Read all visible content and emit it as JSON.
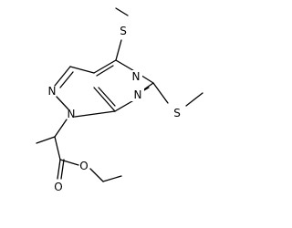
{
  "molecule": {
    "atoms": {
      "s_top": "S",
      "s_right": "S",
      "n_pyrimidine_top": "N",
      "n_pyrimidine_bottom": "N",
      "n_pyrazole_left": "N",
      "n1": "N",
      "o_ester": "O",
      "o_carbonyl": "O"
    }
  },
  "colors": {
    "bond": "#000000",
    "label": "#000000",
    "background": "#ffffff"
  }
}
